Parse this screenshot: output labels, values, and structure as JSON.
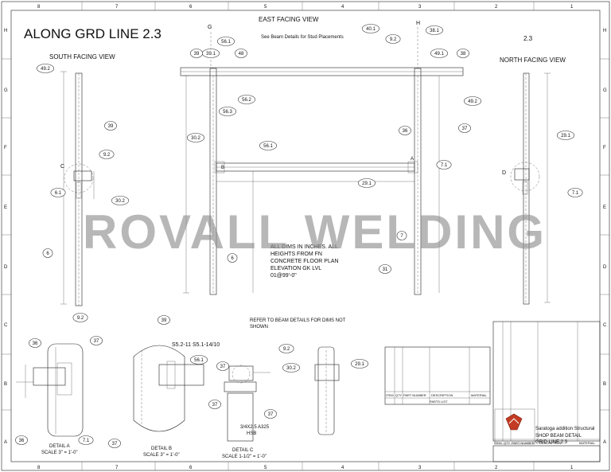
{
  "border": {
    "columns": [
      "8",
      "7",
      "6",
      "5",
      "4",
      "3",
      "2",
      "1"
    ],
    "rows": [
      "H",
      "G",
      "F",
      "E",
      "D",
      "C",
      "B",
      "A"
    ]
  },
  "sheet": {
    "main_title": "ALONG GRD LINE 2.3",
    "watermark": "ROVALL WELDING"
  },
  "views": {
    "east": "EAST FACING VIEW",
    "east_note": "See Beam Details for Stud Placements",
    "south": "SOUTH FACING VIEW",
    "north": "NORTH FACING VIEW",
    "grid_g": "G",
    "grid_h": "H",
    "grid_23": "2.3"
  },
  "notes": {
    "dims_line1": "ALL DIMS IN INCHES. ALL",
    "dims_line2": "HEIGHTS FROM FN",
    "dims_line3": "CONCRETE FLOOR PLAN",
    "dims_line4": "ELEVATION GK LVL",
    "dims_line5": "01@99'-0\"",
    "refer_line1": "REFER TO BEAM DETAILS FOR DIMS NOT",
    "refer_line2": "SHOWN",
    "s_note": "S5.2-11 S5.1-14/10",
    "bolt_line1": "3/4X2.5 A325",
    "bolt_line2": "HSB"
  },
  "details": {
    "a_name": "DETAIL A",
    "a_scale": "SCALE 3\" = 1'-0\"",
    "b_name": "DETAIL B",
    "b_scale": "SCALE 3\" = 1'-0\"",
    "c_name": "DETAIL C",
    "c_scale": "SCALE 1-1/2\" = 1'-0\""
  },
  "callouts": {
    "east": [
      "56.1",
      "40.1",
      "38.1",
      "39",
      "39.1",
      "48",
      "9.2",
      "49.1",
      "38",
      "56.2",
      "56.3",
      "49.2",
      "30.2",
      "56.1",
      "36",
      "37",
      "7.1",
      "29.1",
      "6",
      "7",
      "31"
    ],
    "south": [
      "49.2",
      "39",
      "9.2",
      "6.1",
      "30.2",
      "6"
    ],
    "north": [
      "29.1",
      "7.1"
    ],
    "detail_a": [
      "9.2",
      "36",
      "37",
      "36",
      "7.1",
      "37"
    ],
    "detail_b": [
      "39",
      "56.1"
    ],
    "detail_c": [
      "9.2",
      "37",
      "30.2",
      "37",
      "37",
      "29.1"
    ]
  },
  "section_markers": {
    "c": "C",
    "d": "D",
    "a": "A",
    "b": "B"
  },
  "parts_list_left": {
    "headers": [
      "ITEM",
      "QTY",
      "PART NUMBER",
      "DESCRIPTION",
      "MATERIAL"
    ],
    "title": "PARTS LIST"
  },
  "parts_list_right": {
    "headers": [
      "ITEM",
      "QTY",
      "PART NUMBER",
      "DESCRIPTION",
      "MATERIAL"
    ]
  },
  "title_block": {
    "company": "Saratoga addition Structural",
    "drawing_title_line1": "SHOP BEAM DETAIL",
    "drawing_title_line2": "GRID LINE 2.3"
  }
}
